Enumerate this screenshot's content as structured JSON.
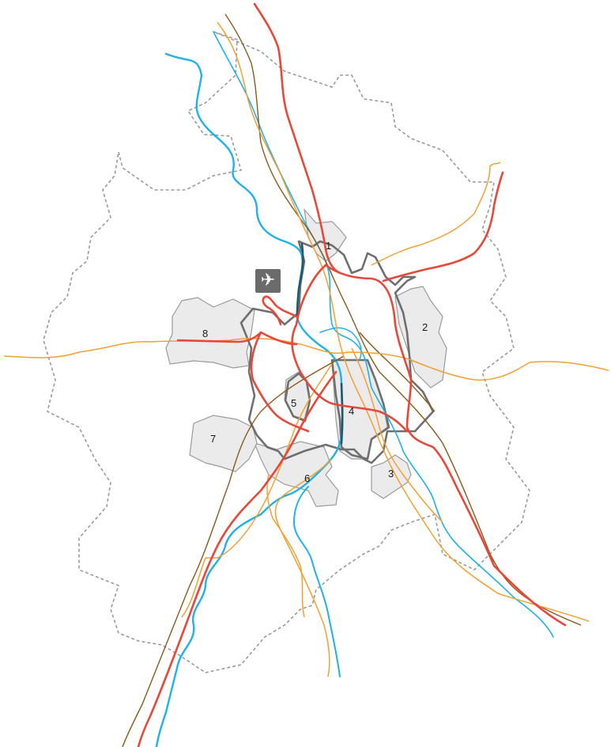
{
  "map": {
    "districts": [
      {
        "id": "1",
        "label": "1"
      },
      {
        "id": "2",
        "label": "2"
      },
      {
        "id": "3",
        "label": "3"
      },
      {
        "id": "4",
        "label": "4"
      },
      {
        "id": "5",
        "label": "5"
      },
      {
        "id": "6",
        "label": "6"
      },
      {
        "id": "7",
        "label": "7"
      },
      {
        "id": "8",
        "label": "8"
      }
    ],
    "airport_icon": "airplane-icon",
    "airport_glyph": "✈",
    "colors": {
      "district_fill": "#ebebeb",
      "district_stroke": "#9a9a9a",
      "zone_stroke": "#6f6f6f",
      "river": "#1fb2e6",
      "river_dark": "#1e5a6e",
      "railway_red": "#e6483a",
      "road_orange": "#f2a031",
      "rail_brown": "#8a5a1a",
      "region_border": "#9a9a9a"
    }
  }
}
